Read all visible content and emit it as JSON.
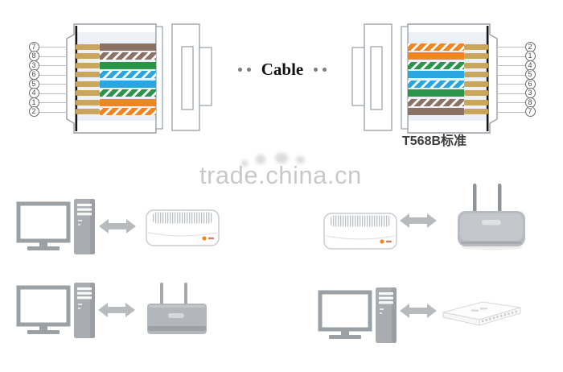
{
  "top": {
    "cable_label": "Cable",
    "standard_label": "T568B标准",
    "colors": {
      "gold": "#c9a65c",
      "brown": "#8b7264",
      "green": "#2a9549",
      "blue": "#2aa5dd",
      "orange": "#f08522",
      "outline": "#979ea6",
      "panel": "#edf1f7"
    },
    "left_connector": {
      "pins": [
        "7",
        "8",
        "3",
        "6",
        "5",
        "4",
        "1",
        "2"
      ],
      "wires": [
        {
          "color": "brown",
          "pattern": "solid"
        },
        {
          "color": "brown",
          "pattern": "stripe"
        },
        {
          "color": "green",
          "pattern": "solid"
        },
        {
          "color": "blue",
          "pattern": "stripe"
        },
        {
          "color": "blue",
          "pattern": "solid"
        },
        {
          "color": "green",
          "pattern": "stripe"
        },
        {
          "color": "orange",
          "pattern": "solid"
        },
        {
          "color": "orange",
          "pattern": "stripe"
        }
      ]
    },
    "right_connector": {
      "pins": [
        "2",
        "1",
        "4",
        "5",
        "6",
        "3",
        "8",
        "7"
      ],
      "wires": [
        {
          "color": "orange",
          "pattern": "stripe"
        },
        {
          "color": "orange",
          "pattern": "solid"
        },
        {
          "color": "green",
          "pattern": "stripe"
        },
        {
          "color": "blue",
          "pattern": "solid"
        },
        {
          "color": "blue",
          "pattern": "stripe"
        },
        {
          "color": "green",
          "pattern": "solid"
        },
        {
          "color": "brown",
          "pattern": "stripe"
        },
        {
          "color": "brown",
          "pattern": "solid"
        }
      ]
    }
  },
  "watermark": {
    "text": "trade.china.cn",
    "color": "#c9c9c9"
  },
  "bottom": {
    "connections": [
      {
        "from": "desktop-computer",
        "to": "modem"
      },
      {
        "from": "modem",
        "to": "wireless-router-top"
      },
      {
        "from": "desktop-computer",
        "to": "wireless-router-front"
      },
      {
        "from": "desktop-computer",
        "to": "network-switch"
      }
    ]
  }
}
